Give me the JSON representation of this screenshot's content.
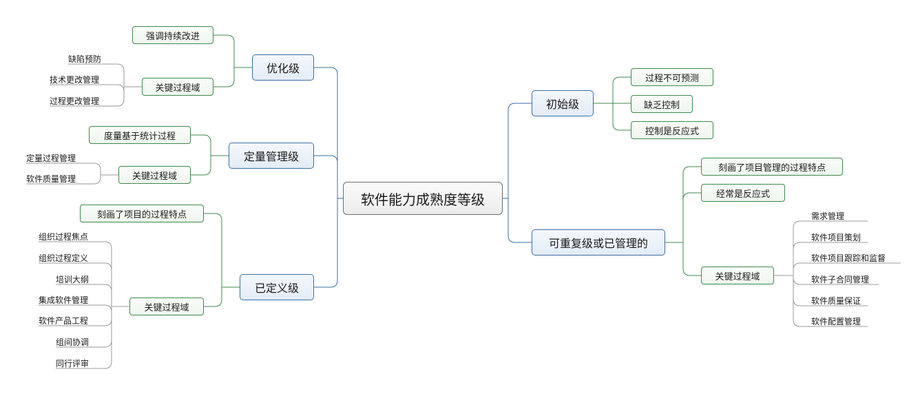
{
  "root": {
    "label": "软件能力成熟度等级"
  },
  "right": {
    "initial": {
      "label": "初始级",
      "items": [
        "过程不可预测",
        "缺乏控制",
        "控制是反应式"
      ]
    },
    "repeatable": {
      "label": "可重复级或已管理的",
      "items": [
        "刻画了项目管理的过程特点",
        "经常是反应式"
      ],
      "kpa": {
        "label": "关键过程域",
        "items": [
          "需求管理",
          "软件项目策划",
          "软件项目跟踪和监督",
          "软件子合同管理",
          "软件质量保证",
          "软件配置管理"
        ]
      }
    }
  },
  "left": {
    "optimizing": {
      "label": "优化级",
      "items": [
        "强调持续改进"
      ],
      "kpa": {
        "label": "关键过程域",
        "items": [
          "缺陷预防",
          "技术更改管理",
          "过程更改管理"
        ]
      }
    },
    "managed": {
      "label": "定量管理级",
      "items": [
        "度量基于统计过程"
      ],
      "kpa": {
        "label": "关键过程域",
        "items": [
          "定量过程管理",
          "软件质量管理"
        ]
      }
    },
    "defined": {
      "label": "已定义级",
      "items": [
        "刻画了项目的过程特点"
      ],
      "kpa": {
        "label": "关键过程域",
        "items": [
          "组织过程焦点",
          "组织过程定义",
          "培训大纲",
          "集成软件管理",
          "软件产品工程",
          "组间协调",
          "同行评审"
        ]
      }
    }
  },
  "colors": {
    "level1_border": "#3a6ea5",
    "level2_border": "#3f8a4b",
    "leaf_line": "#9a9a9a",
    "root_border": "#6d6d6d"
  }
}
